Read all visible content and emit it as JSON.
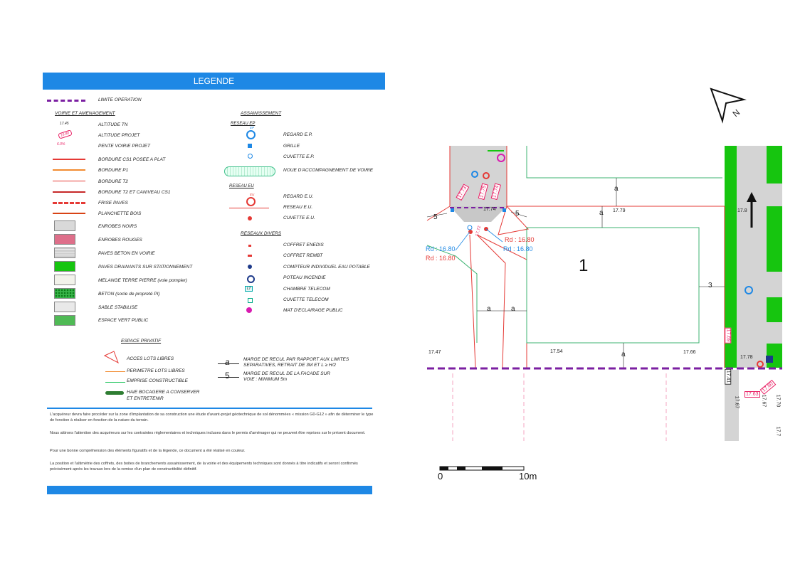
{
  "legend": {
    "title": "LEGENDE",
    "limite_operation": "LIMITE OPERATION",
    "voirie_header": "VOIRIE ET AMENAGEMENT",
    "voirie_items": [
      {
        "sample": "17.45",
        "label": "ALTITUDE TN"
      },
      {
        "sample": "16.80",
        "label": "ALTITUDE PROJET"
      },
      {
        "sample": "6.0%",
        "label": "PENTE VOIRIE PROJET"
      },
      {
        "label": "BORDURE CS1 POSEE A PLAT"
      },
      {
        "label": "BORDURE P1"
      },
      {
        "label": "BORDURE T2"
      },
      {
        "label": "BORDURE T2 ET CANIVEAU CS1"
      },
      {
        "label": "FRISE PAVES"
      },
      {
        "label": "PLANCHETTE BOIS"
      },
      {
        "label": "ENROBES NOIRS"
      },
      {
        "label": "ENROBES ROUGES"
      },
      {
        "label": "PAVES BETON EN VOIRIE"
      },
      {
        "label": "PAVES DRAINANTS SUR STATIONNEMENT"
      },
      {
        "label": "MELANGE TERRE PIERRE (voie pompier)"
      },
      {
        "label": "BETON (socle de propreté PI)"
      },
      {
        "label": "SABLE STABILISE"
      },
      {
        "label": "ESPACE VERT PUBLIC"
      }
    ],
    "assainissement_header": "ASSAINISSEMENT",
    "reseau_ep": "RESEAU EP",
    "ep_items": [
      "REGARD E.P.",
      "GRILLE",
      "CUVETTE E.P.",
      "NOUE D'ACCOMPAGNEMENT DE VOIRIE"
    ],
    "reseau_eu": "RESEAU EU",
    "eu_items": [
      "REGARD E.U.",
      "RESEAU E.U.",
      "CUVETTE E.U."
    ],
    "ep_tag": "EP",
    "eu_tag": "EU",
    "divers_header": "RESEAUX DIVERS",
    "divers_items": [
      "COFFRET ENEDIS",
      "COFFRET REMBT",
      "COMPTEUR INDIVIDUEL EAU POTABLE",
      "POTEAU INCENDIE",
      "CHAMBRE TELECOM",
      "CUVETTE TELECOM",
      "MAT D'ECLAIRAGE PUBLIC"
    ],
    "lt_tag": "LT",
    "privatif_header": "ESPACE PRIVATIF",
    "privatif_items": [
      "ACCES LOTS LIBRES",
      "PERIMETRE LOTS LIBRES",
      "EMPRISE CONSTRUCTIBLE",
      "HAIE BOCAGERE A CONSERVER",
      "ET ENTRETENIR"
    ],
    "marge_a_symbol": "a",
    "marge_a_1": "MARGE DE RECUL PAR RAPPORT AUX LIMITES",
    "marge_a_2": "SEPARATIVES, RETRAIT DE 3M ET L ≥ H/2",
    "marge_5_symbol": "5",
    "marge_5_1": "MARGE DE RECUL DE LA FACADE SUR",
    "marge_5_2": "VOIE : MINIMUM 5m",
    "notes": [
      "L'acquéreur devra faire procéder sur la zone d'implantation de sa construction une étude d'avant-projet géotechnique de sol dénommées « mission G0-G12 » afin de déterminer le type de fonction à réaliser en fonction de la nature du terrain.",
      "Nous attirons l'attention des acquéreurs sur les contraintes réglementaires et techniques incluses dans le permis d'aménager qui ne peuvent être reprises sur le présent document.",
      "Pour une bonne compréhension des éléments figuratifs et de la légende, ce document a été réalisé en couleur.",
      "La position et l'altimétrie des coffrets, des boites de branchements assainissement, de la voirie et des équipements techniques sont donnés à titre indicatifs et seront confirmés précisément après les travaux lors de la remise d'un plan de constructibilité définitif."
    ]
  },
  "map": {
    "lot_number": "1",
    "north_letter": "N",
    "altitudes": [
      "17.74",
      "17.79",
      "17.47",
      "17.54",
      "17.66",
      "17.78",
      "17.8"
    ],
    "projet_tags": [
      "17.73",
      "17.75",
      "17.74",
      "17.72",
      "17.80",
      "17.69",
      "17.41",
      "17.63"
    ],
    "projet_side": [
      "17.67",
      "17.67",
      "17.70",
      "17.7"
    ],
    "rd_labels": [
      {
        "text": "Rd : 16.80",
        "color": "#e53935"
      },
      {
        "text": "Rd : 16.80",
        "color": "#1e88e5"
      },
      {
        "text": "Rd : 16.80",
        "color": "#1e88e5"
      },
      {
        "text": "Rd : 16.80",
        "color": "#e53935"
      }
    ],
    "marge_a": "a",
    "marge_5": "5",
    "marge_3": "3",
    "scale_start": "0",
    "scale_end": "10m",
    "colors": {
      "green": "#22c55e",
      "purple": "#7b1fa2",
      "red": "#e53935",
      "blue": "#1e88e5",
      "grey": "#d4d4d4"
    }
  }
}
